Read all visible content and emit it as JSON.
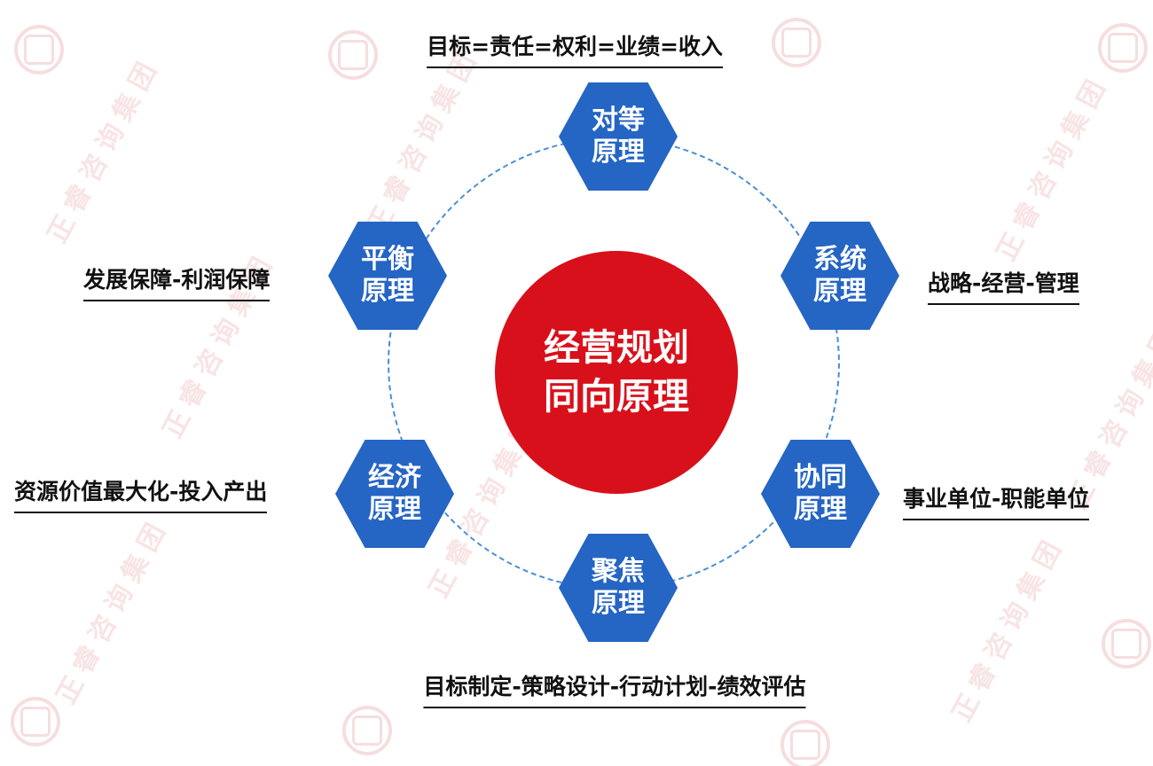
{
  "watermark": {
    "text": "正睿咨询集团"
  },
  "center": {
    "line1": "经营规划",
    "line2": "同向原理"
  },
  "nodes": [
    {
      "id": "peer",
      "line1": "对等",
      "line2": "原理",
      "annotation": "目标=责任=权利=业绩=收入"
    },
    {
      "id": "system",
      "line1": "系统",
      "line2": "原理",
      "annotation": "战略-经营-管理"
    },
    {
      "id": "synergy",
      "line1": "协同",
      "line2": "原理",
      "annotation": "事业单位-职能单位"
    },
    {
      "id": "focus",
      "line1": "聚焦",
      "line2": "原理",
      "annotation": "目标制定-策略设计-行动计划-绩效评估"
    },
    {
      "id": "economy",
      "line1": "经济",
      "line2": "原理",
      "annotation": "资源价值最大化-投入产出"
    },
    {
      "id": "balance",
      "line1": "平衡",
      "line2": "原理",
      "annotation": "发展保障-利润保障"
    }
  ],
  "colors": {
    "hexagon": "#2565c4",
    "center_circle": "#d8101b",
    "dashed_ring": "#4a8fd2",
    "annotation_text": "#111111",
    "watermark": "#d35a5a"
  }
}
